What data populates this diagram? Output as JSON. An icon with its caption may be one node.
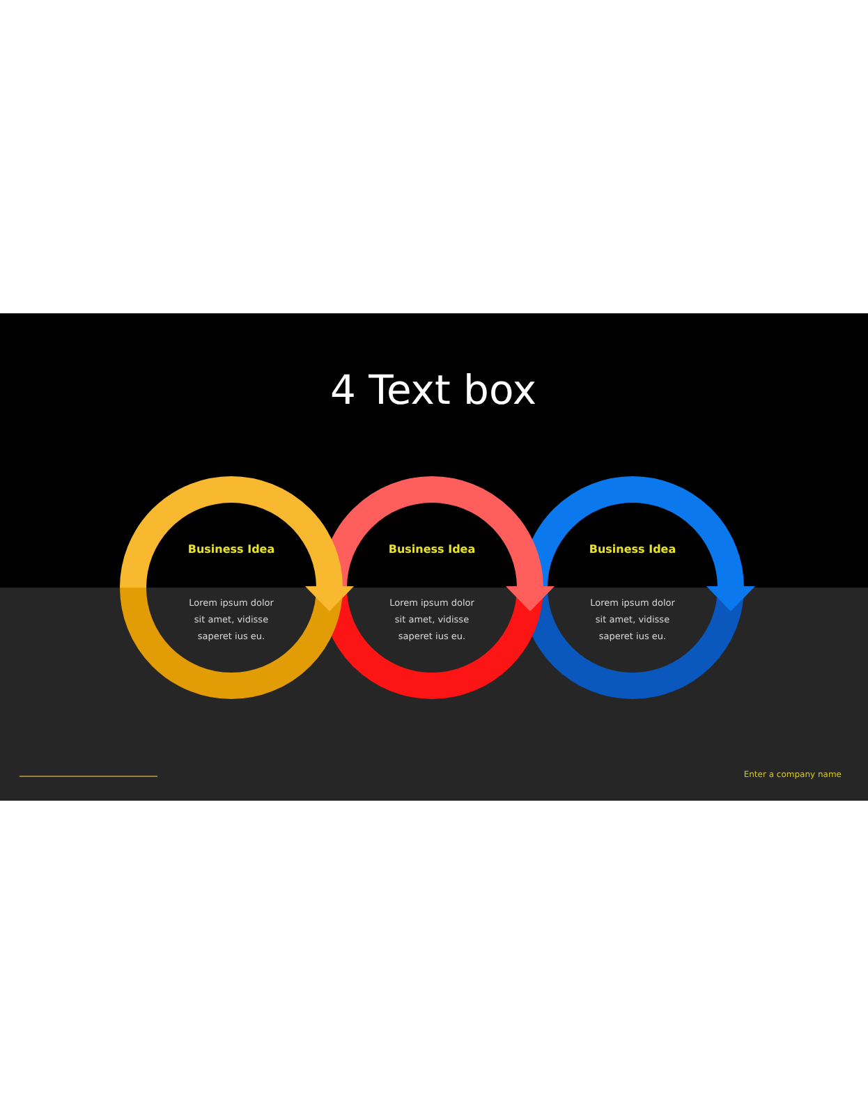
{
  "diagram": {
    "title": "4 Text box",
    "nodes": [
      {
        "text": [
          "Business Idea",
          "Lorem ipsum dolor sit amet, vidisse saperet ius eu."
        ]
      },
      {
        "text": [
          "Business Idea",
          "Lorem ipsum dolor sit amet, vidisse saperet ius eu."
        ]
      },
      {
        "text": [
          "Business Idea",
          "Lorem ipsum dolor sit amet, vidisse saperet ius eu."
        ]
      }
    ],
    "labels": [
      "Enter a company name"
    ]
  }
}
